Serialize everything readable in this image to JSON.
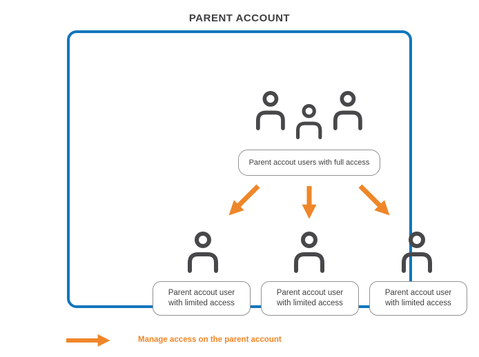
{
  "title": "PARENT ACCOUNT",
  "parent_box": {
    "full_access_node": {
      "label": "Parent accout users with full access"
    },
    "limited_nodes": [
      {
        "label": "Parent accout user\nwith limited access"
      },
      {
        "label": "Parent accout user\nwith limited access"
      },
      {
        "label": "Parent accout user\nwith limited access"
      }
    ]
  },
  "legend": {
    "label": "Manage access on the parent account"
  },
  "icons": {
    "group_users": "three-users-outline-icon",
    "single_user": "user-outline-icon",
    "branch_arrows": "orange-down-branch-arrows",
    "legend_arrow": "orange-right-arrow"
  },
  "colors": {
    "accent-blue": "#1276bc",
    "accent-orange": "#ef8629",
    "icon-gray": "#48484a",
    "border-gray": "#8f9193",
    "text-dark": "#3f3f41"
  }
}
